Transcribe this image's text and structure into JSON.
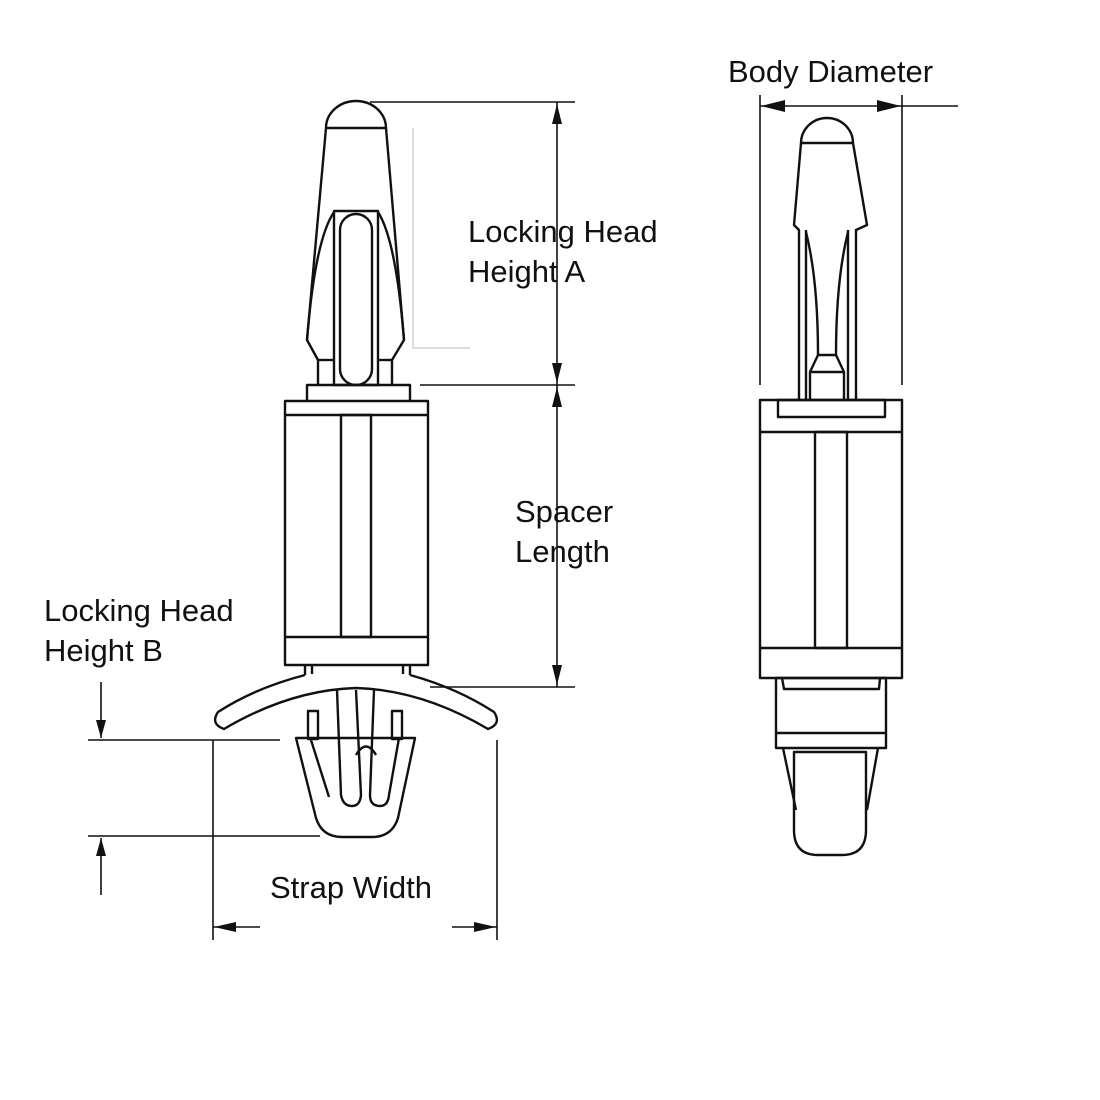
{
  "diagram": {
    "labels": {
      "locking_head_a": [
        "Locking Head",
        "Height A"
      ],
      "spacer_length": [
        "Spacer",
        "Length"
      ],
      "locking_head_b": [
        "Locking Head",
        "Height B"
      ],
      "strap_width": "Strap Width",
      "body_diameter": "Body Diameter"
    },
    "colors": {
      "line": "#111111",
      "background": "#ffffff"
    }
  }
}
